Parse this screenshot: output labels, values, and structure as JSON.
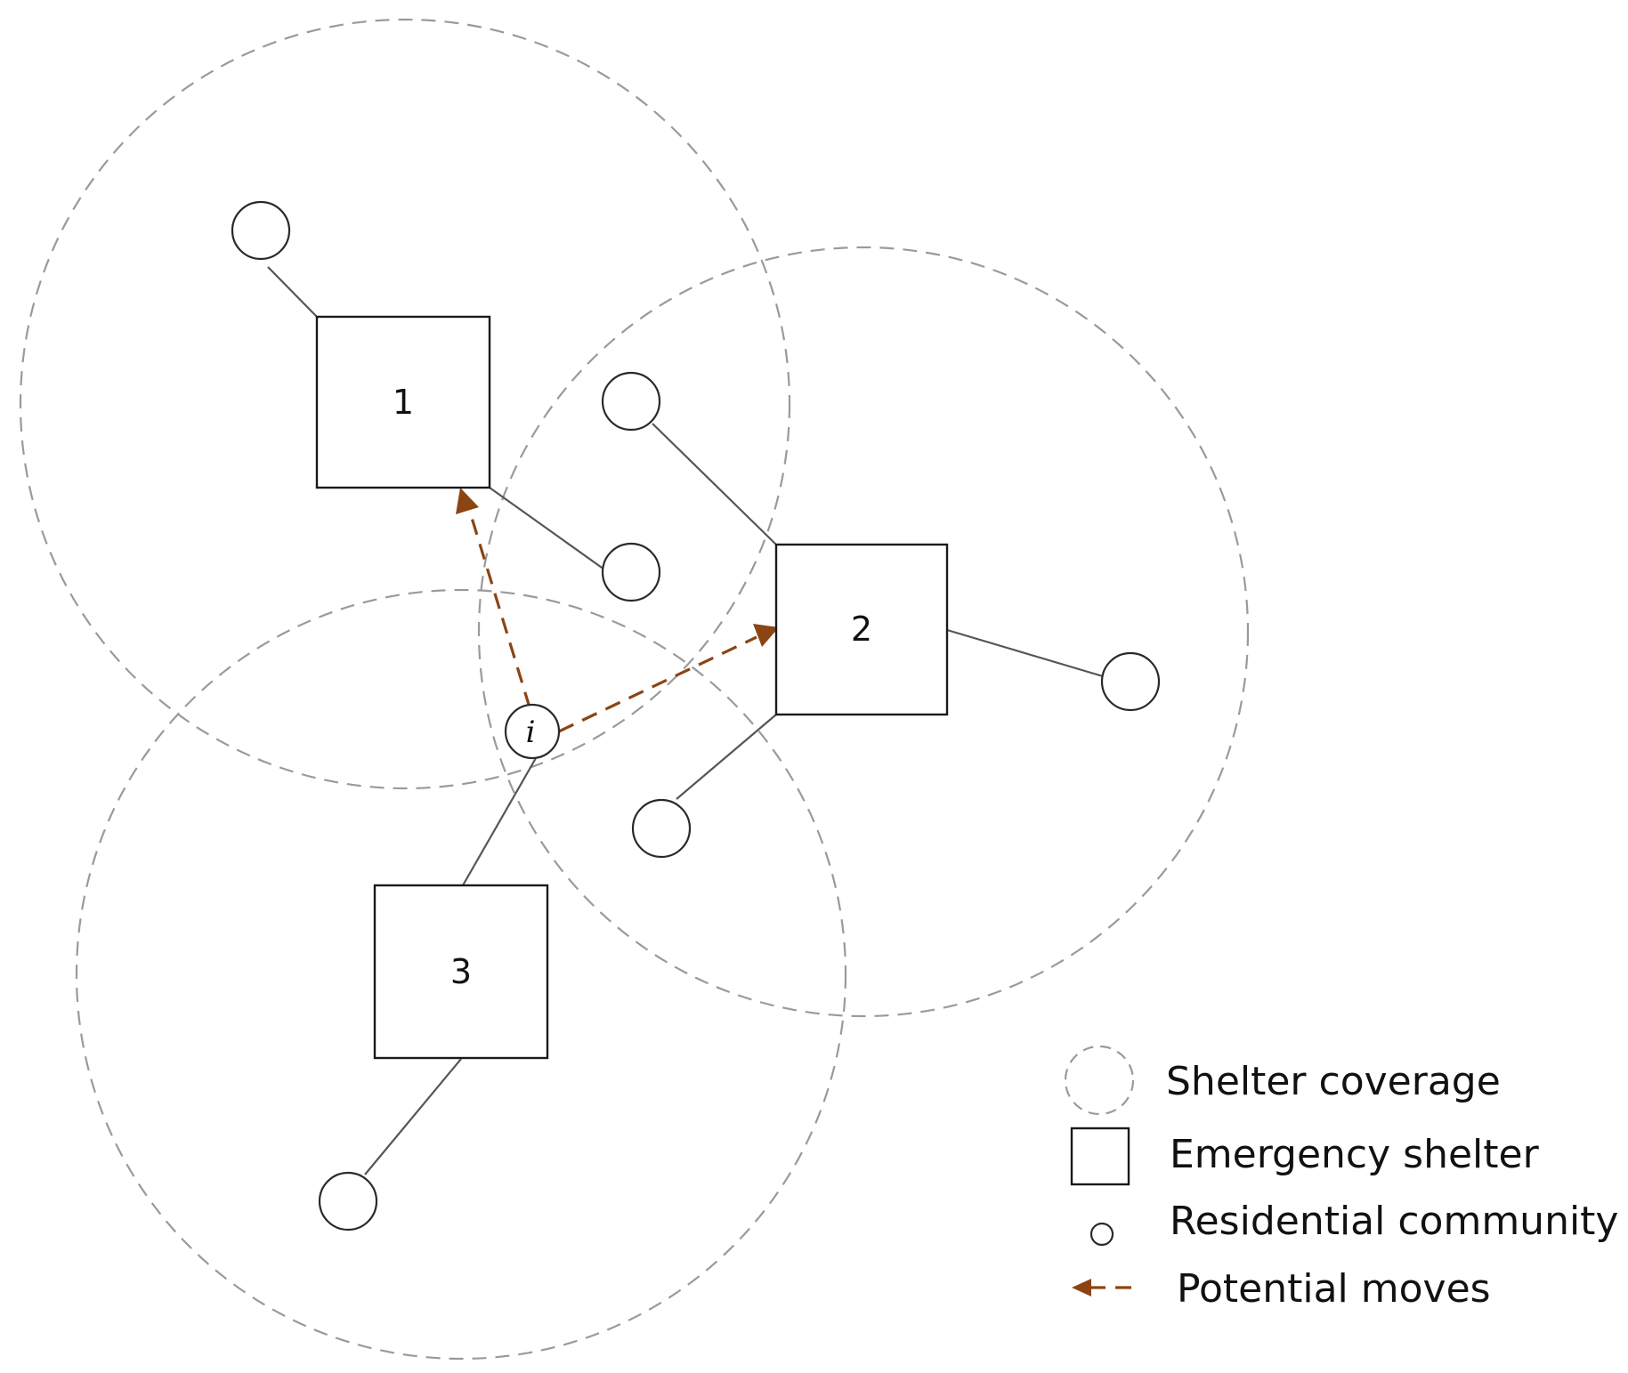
{
  "diagram": {
    "shelters": [
      {
        "id": "shelter-1",
        "label": "1"
      },
      {
        "id": "shelter-2",
        "label": "2"
      },
      {
        "id": "shelter-3",
        "label": "3"
      }
    ],
    "focus_community_label": "i",
    "legend": {
      "coverage": "Shelter coverage",
      "shelter": "Emergency shelter",
      "community": "Residential community",
      "moves": "Potential moves"
    },
    "colors": {
      "coverage_stroke": "#9a9a9a",
      "move_arrow": "#8B4513",
      "shelter_stroke": "#1a1a1a",
      "background": "#ffffff"
    }
  }
}
